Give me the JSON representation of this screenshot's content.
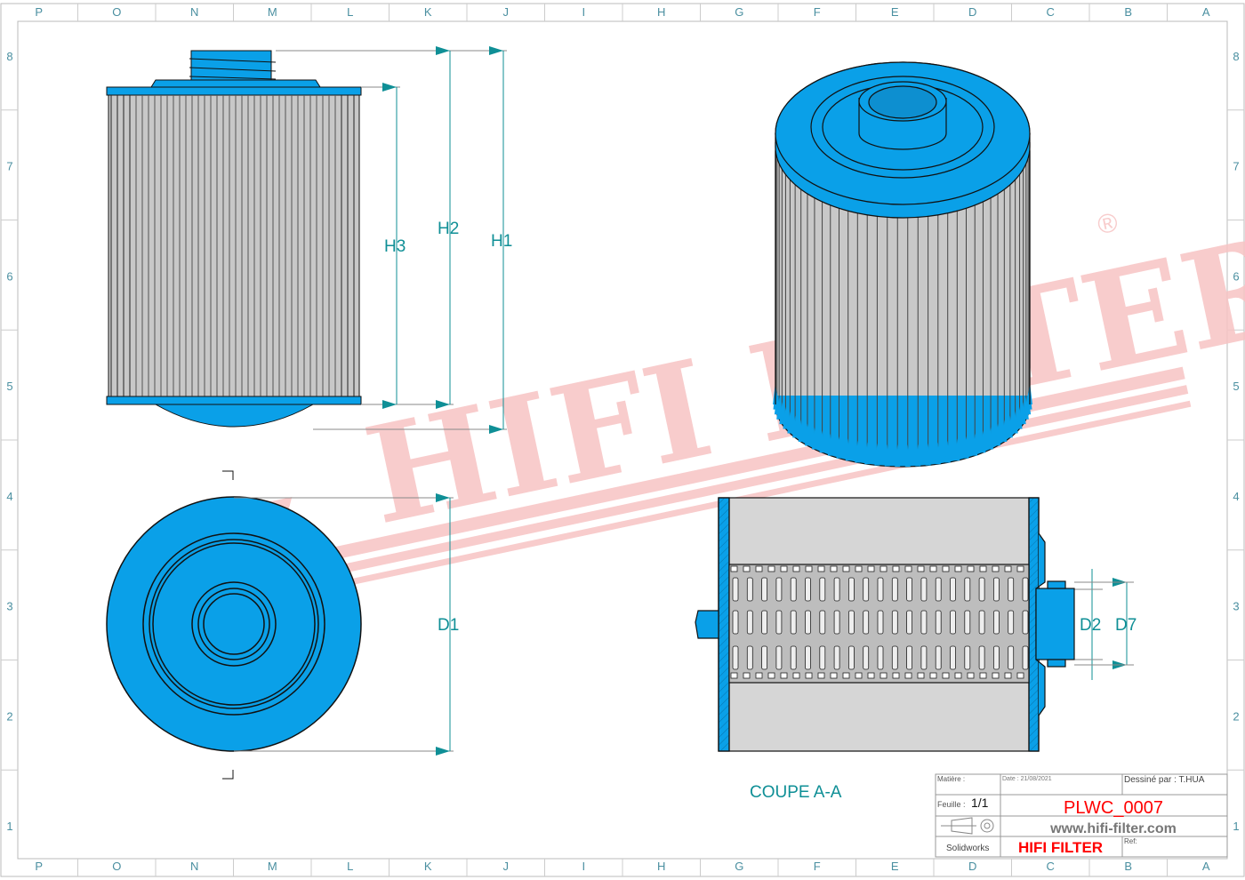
{
  "zones": {
    "columns": [
      "P",
      "O",
      "N",
      "M",
      "L",
      "K",
      "J",
      "I",
      "H",
      "G",
      "F",
      "E",
      "D",
      "C",
      "B",
      "A"
    ],
    "rows": [
      "8",
      "7",
      "6",
      "5",
      "4",
      "3",
      "2",
      "1"
    ]
  },
  "dimensions": {
    "h1": "H1",
    "h2": "H2",
    "h3": "H3",
    "d1": "D1",
    "d2": "D2",
    "d7": "D7"
  },
  "section_label": "COUPE A-A",
  "watermark": {
    "text": "HIFI FILTER",
    "mark": "®"
  },
  "title_block": {
    "matiere_label": "Matière :",
    "date_label": "Date : 21/08/2021",
    "drawn_by": "Dessiné par : T.HUA",
    "sheet_label": "Feuille :",
    "sheet_value": "1/1",
    "part_number": "PLWC_0007",
    "website": "www.hifi-filter.com",
    "software": "Solidworks",
    "brand": "HIFI FILTER",
    "ref_label": "Ref:"
  },
  "colors": {
    "blue": "#0aa0e8",
    "dim": "#0f8f96",
    "red": "#ff0000",
    "watermark": "#f5b5b5"
  }
}
